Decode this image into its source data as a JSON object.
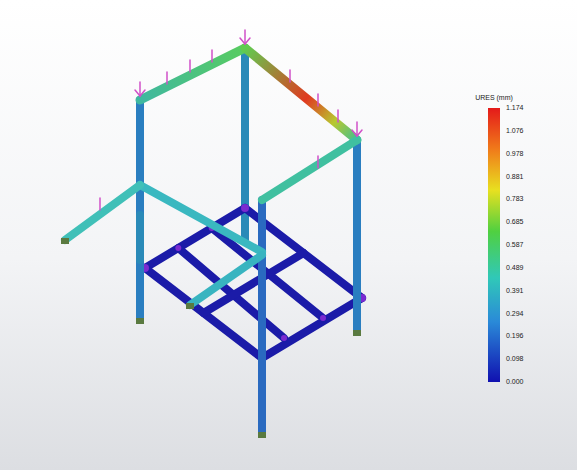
{
  "diagram": {
    "labels": [
      "URES (mm)",
      "1.174",
      "1.076",
      "0.978",
      "0.881",
      "0.783",
      "0.685",
      "0.587",
      "0.489",
      "0.391",
      "0.294",
      "0.196",
      "0.098",
      "0.000"
    ]
  }
}
